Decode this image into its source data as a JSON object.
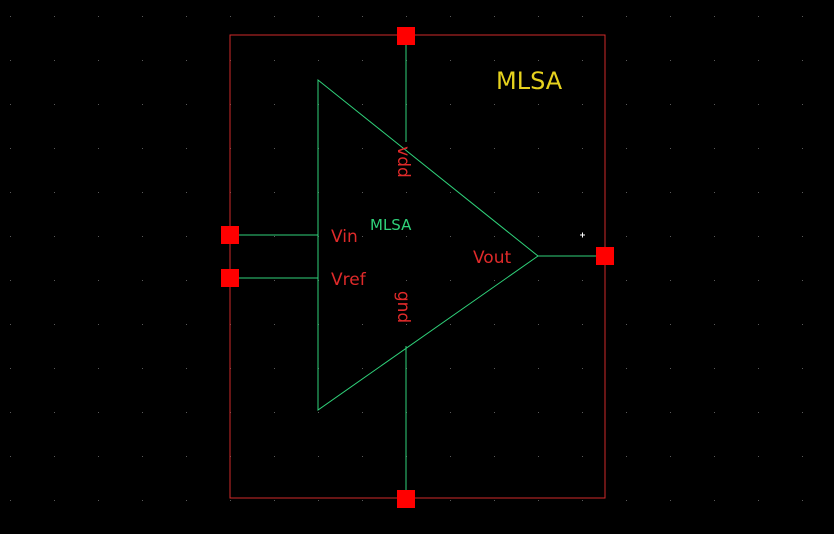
{
  "symbol": {
    "cell_name": "MLSA",
    "instance_label": "MLSA",
    "pins": {
      "vdd": "vdd",
      "gnd": "gnd",
      "vin": "Vin",
      "vref": "Vref",
      "vout": "Vout"
    }
  },
  "colors": {
    "background": "#000000",
    "grid_dot": "#5a5a5a",
    "boundary": "#d02a2a",
    "pin_square": "#ff0000",
    "body": "#2fd27a",
    "pin_text": "#e02a2a",
    "cell_name_text": "#e6d21e",
    "origin_marker": "#ffffff"
  }
}
